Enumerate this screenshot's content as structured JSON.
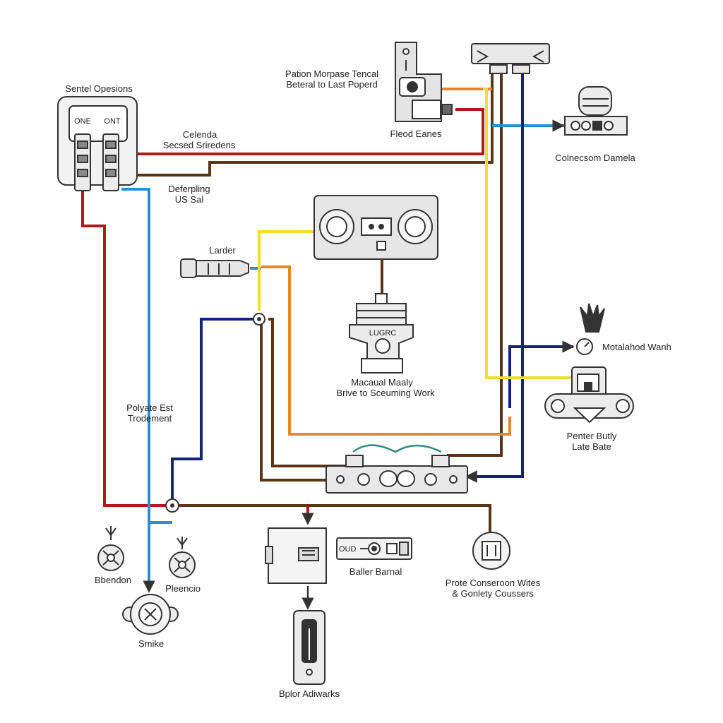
{
  "colors": {
    "red": "#b3161c",
    "blue": "#2a8fd1",
    "navy": "#14237a",
    "brown": "#5a3616",
    "orange": "#e08a2c",
    "yellow": "#f0dc35",
    "teal": "#2f8a82",
    "outline": "#333333",
    "fill": "#e9e9e9"
  },
  "labels": {
    "sensor_options": "Sentel Opesions",
    "switch_left": "ONE",
    "switch_right": "ONT",
    "calenda_line1": "Celenda",
    "calenda_line2": "Secsed Sriredens",
    "defer_line1": "Deferpling",
    "defer_line2": "US Sal",
    "top_note_line1": "Pation Morpase Tencal",
    "top_note_line2": "Beteral to Last Poperd",
    "flood": "Fleod Eanes",
    "connection": "Colnecsom Damela",
    "larder": "Larder",
    "module_tag": "LUGRC",
    "manual_line1": "Macaual Maaly",
    "manual_line2": "Brive to Sceuming Work",
    "mutational": "Motalahod Wanh",
    "printer_line1": "Penter Butly",
    "printer_line2": "Late Bate",
    "polyate_line1": "Polyate Est",
    "polyate_line2": "Trodement",
    "bbendon": "Bbendon",
    "pleencio": "Pleencio",
    "smike": "Smike",
    "oud": "OUD",
    "baller": "Baller Barnal",
    "prote_line1": "Prote Conseroon Wites",
    "prote_line2": "& Gonlety Coussers",
    "bplor": "Bplor Adiwarks"
  }
}
